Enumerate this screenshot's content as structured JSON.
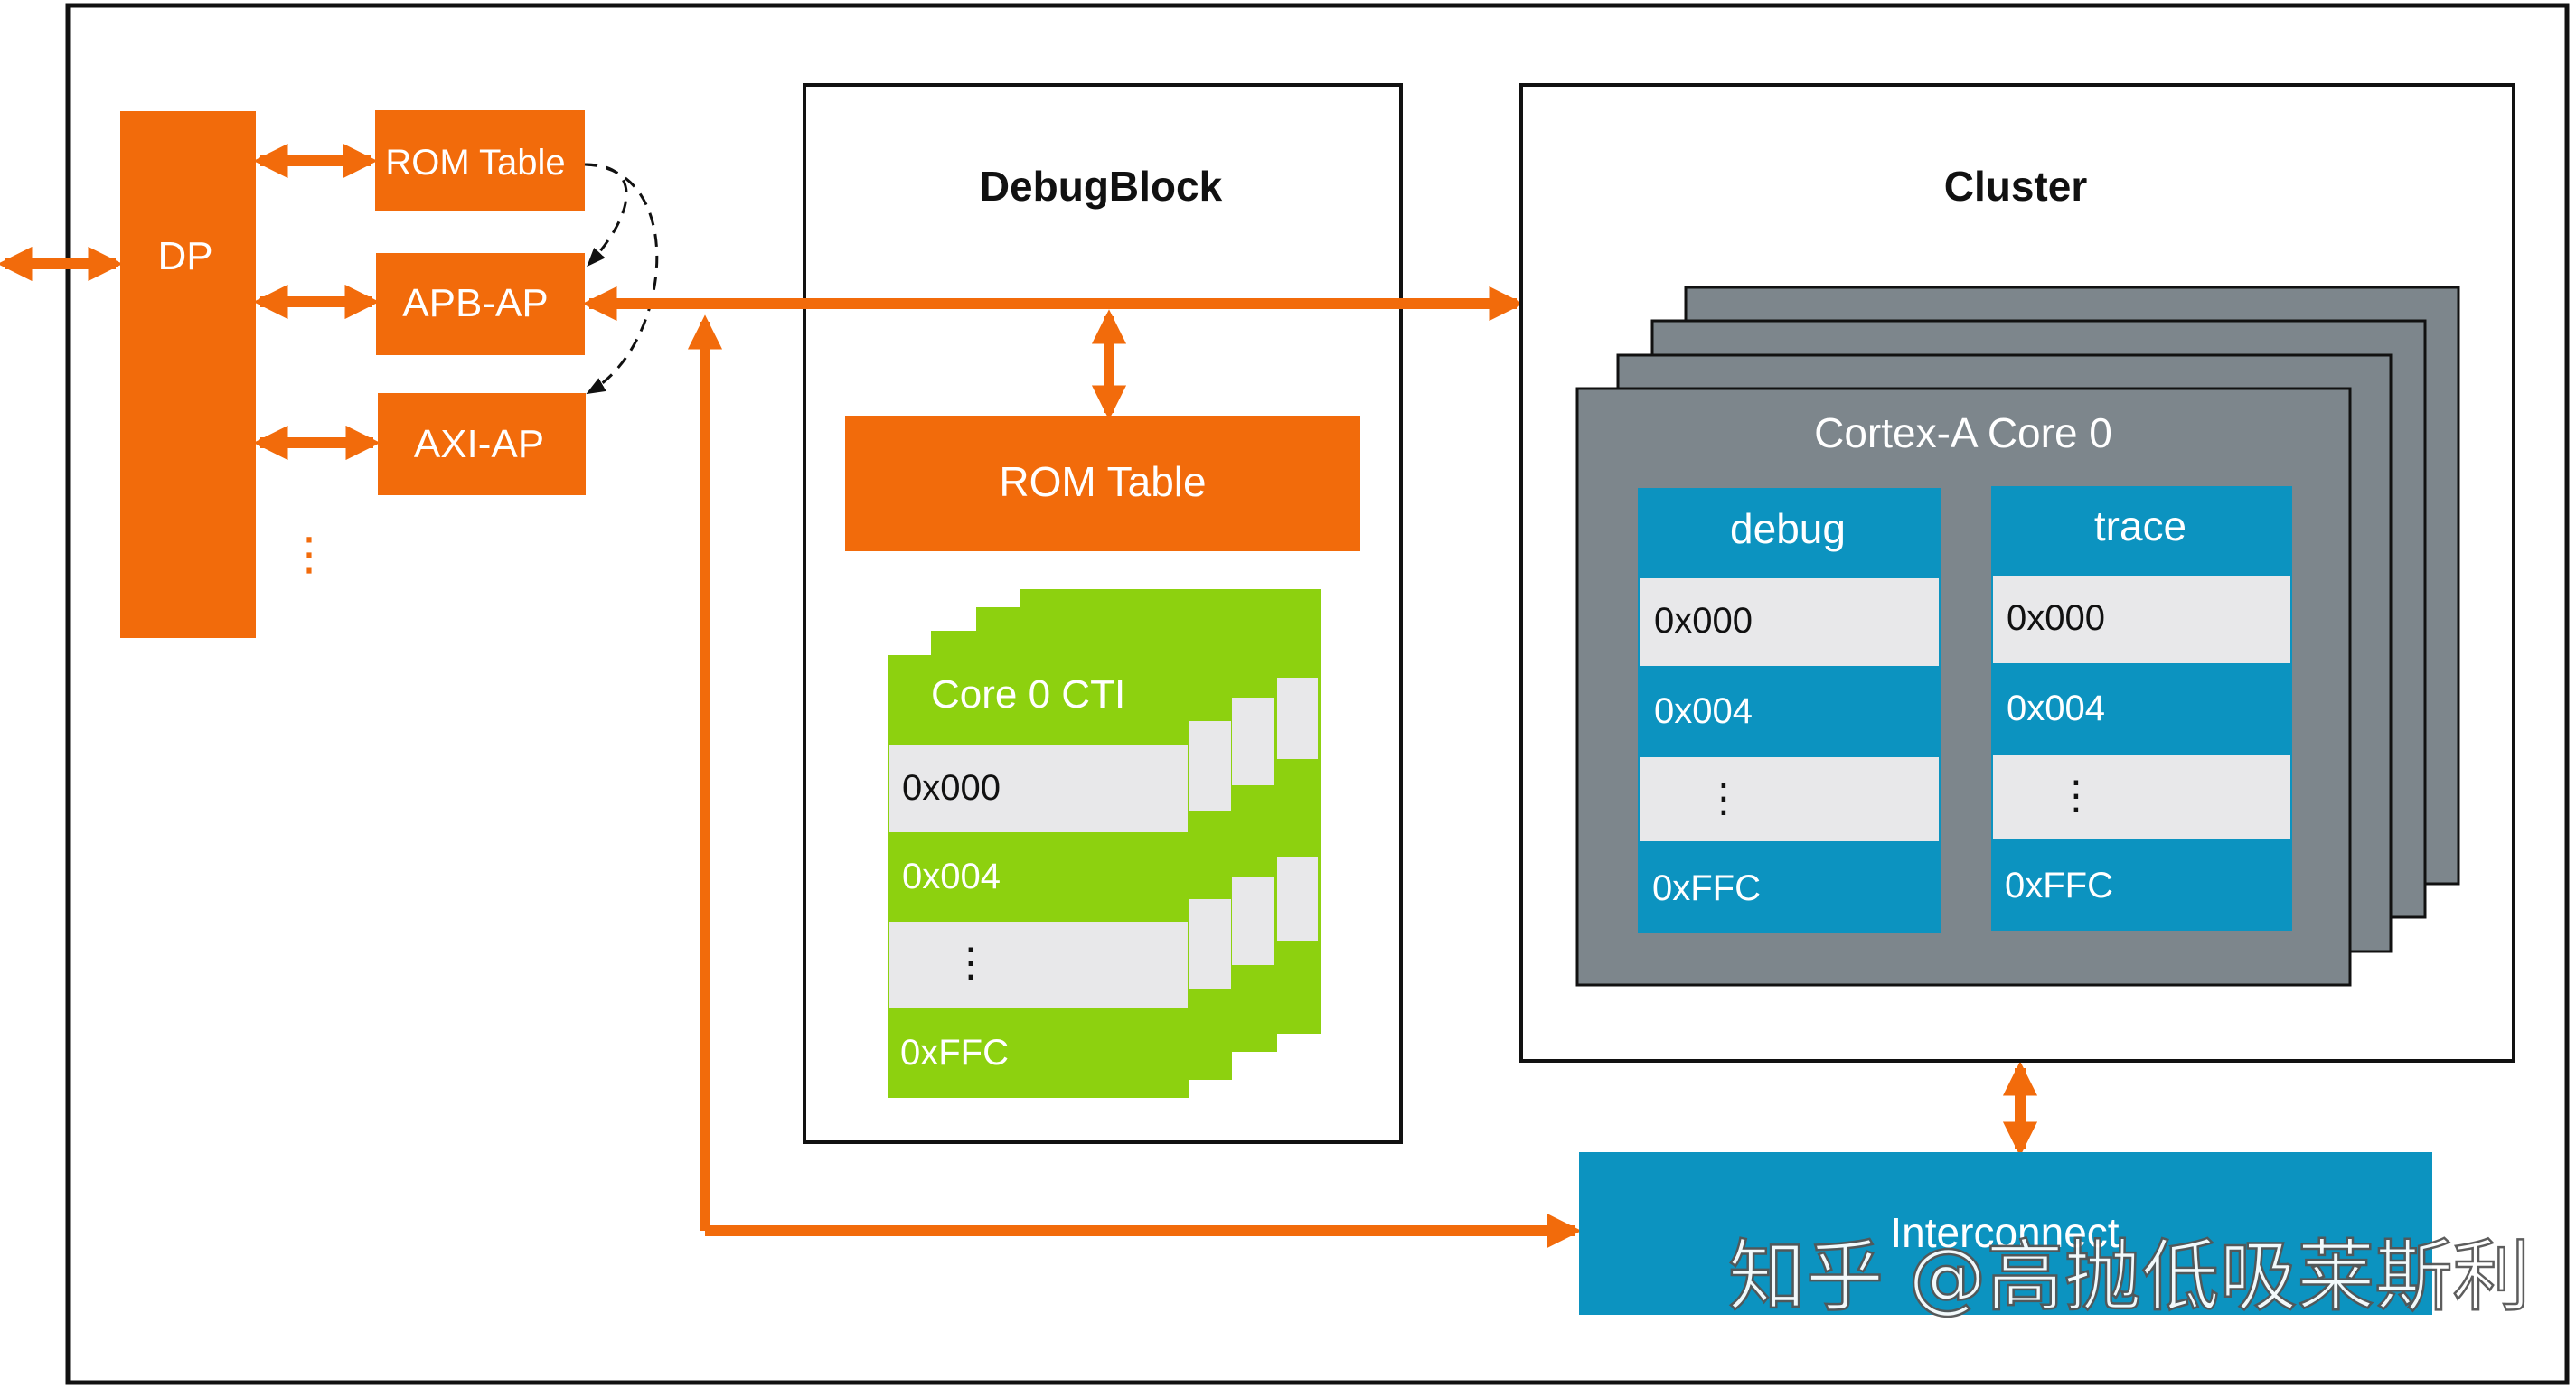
{
  "dp": {
    "label": "DP"
  },
  "access_ports": {
    "rom_table": "ROM Table",
    "apb_ap": "APB-AP",
    "axi_ap": "AXI-AP",
    "more": "⋮"
  },
  "debug_block": {
    "title": "DebugBlock",
    "rom_table": "ROM Table",
    "cti": {
      "title": "Core 0 CTI",
      "rows": [
        "0x000",
        "0x004",
        "⋮",
        "0xFFC"
      ]
    }
  },
  "cluster": {
    "title": "Cluster",
    "core": {
      "title": "Cortex-A Core 0",
      "debug": {
        "title": "debug",
        "rows": [
          "0x000",
          "0x004",
          "⋮",
          "0xFFC"
        ]
      },
      "trace": {
        "title": "trace",
        "rows": [
          "0x000",
          "0x004",
          "⋮",
          "0xFFC"
        ]
      }
    }
  },
  "interconnect": {
    "label": "Interconnect"
  },
  "watermark": "知乎 @高抛低吸莱斯利",
  "colors": {
    "orange": "#f26b0b",
    "green": "#8dd10f",
    "blue": "#0c93c0",
    "core_gray": "#7d868c",
    "row_light": "#e8e8ea"
  }
}
